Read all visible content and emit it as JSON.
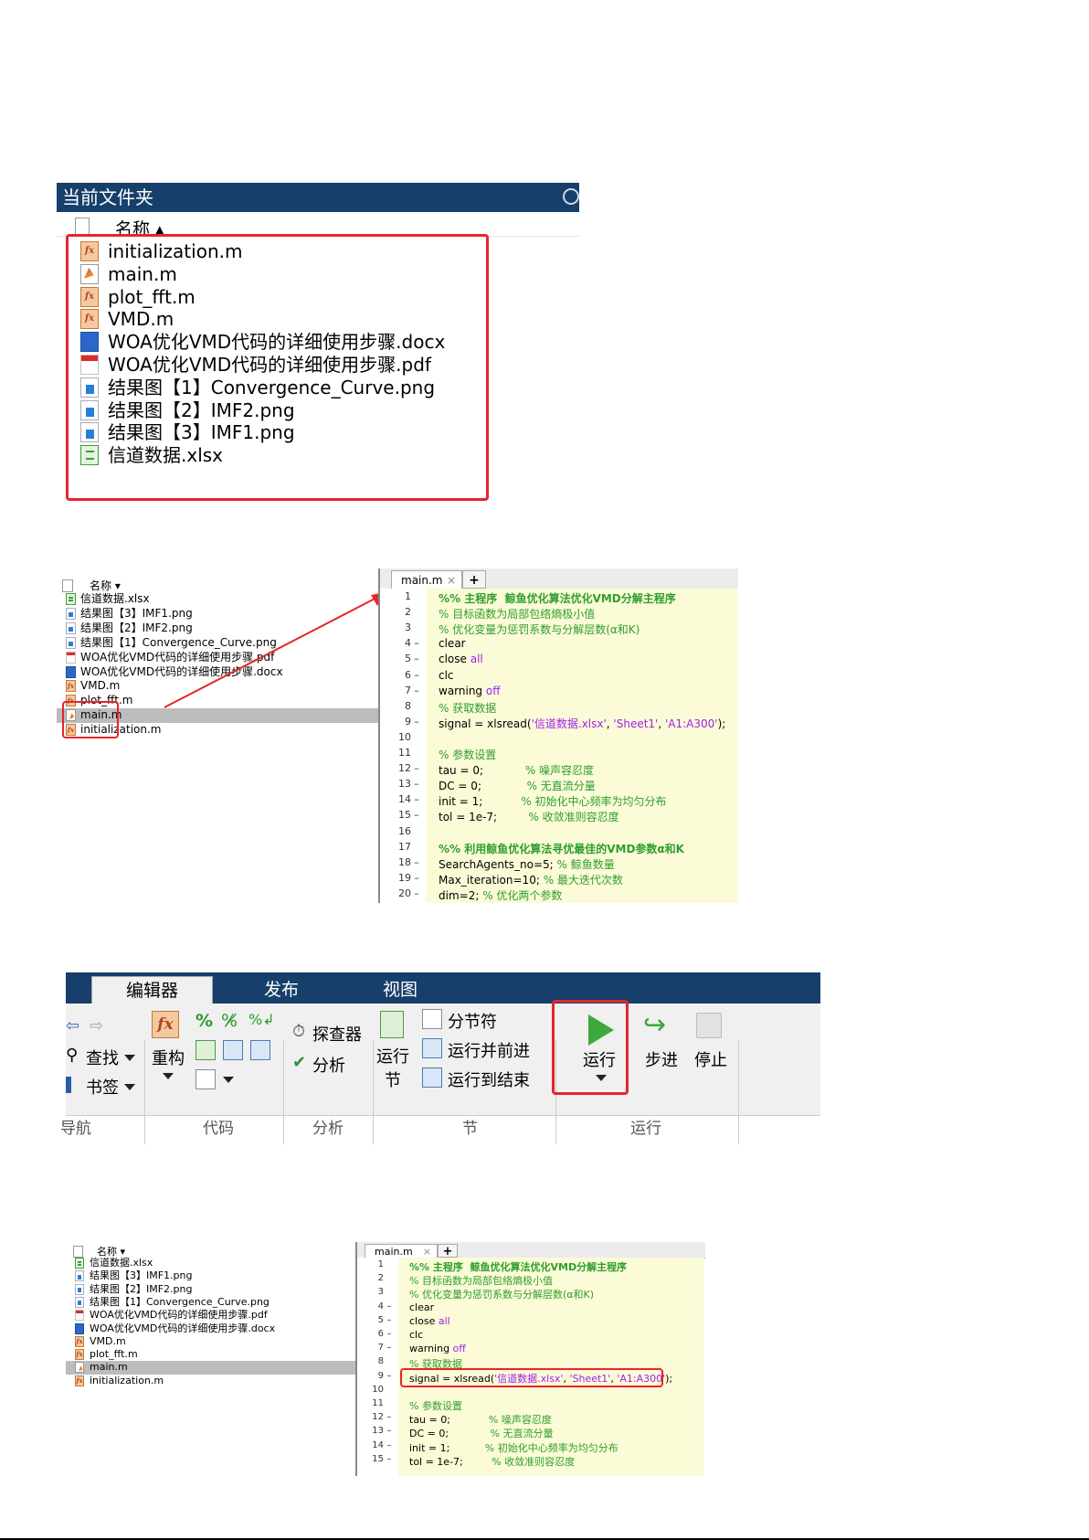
{
  "folder_panel": {
    "title": "当前文件夹",
    "column_name": "名称",
    "files": [
      {
        "name": "initialization.m",
        "icon": "function-file-icon"
      },
      {
        "name": "main.m",
        "icon": "script-file-icon"
      },
      {
        "name": "plot_fft.m",
        "icon": "function-file-icon"
      },
      {
        "name": "VMD.m",
        "icon": "function-file-icon"
      },
      {
        "name": "WOA优化VMD代码的详细使用步骤.docx",
        "icon": "word-file-icon"
      },
      {
        "name": "WOA优化VMD代码的详细使用步骤.pdf",
        "icon": "pdf-file-icon"
      },
      {
        "name": "结果图【1】Convergence_Curve.png",
        "icon": "image-file-icon"
      },
      {
        "name": "结果图【2】IMF2.png",
        "icon": "image-file-icon"
      },
      {
        "name": "结果图【3】IMF1.png",
        "icon": "image-file-icon"
      },
      {
        "name": "信道数据.xlsx",
        "icon": "excel-file-icon"
      }
    ]
  },
  "small_list": {
    "column_name": "名称",
    "files": [
      {
        "name": "信道数据.xlsx",
        "icon": "excel-file-icon"
      },
      {
        "name": "结果图【3】IMF1.png",
        "icon": "image-file-icon"
      },
      {
        "name": "结果图【2】IMF2.png",
        "icon": "image-file-icon"
      },
      {
        "name": "结果图【1】Convergence_Curve.png",
        "icon": "image-file-icon"
      },
      {
        "name": "WOA优化VMD代码的详细使用步骤.pdf",
        "icon": "pdf-file-icon"
      },
      {
        "name": "WOA优化VMD代码的详细使用步骤.docx",
        "icon": "word-file-icon"
      },
      {
        "name": "VMD.m",
        "icon": "function-file-icon"
      },
      {
        "name": "plot_fft.m",
        "icon": "function-file-icon"
      },
      {
        "name": "main.m",
        "icon": "script-file-icon",
        "selected": true
      },
      {
        "name": "initialization.m",
        "icon": "function-file-icon"
      }
    ]
  },
  "editor": {
    "tab_label": "main.m",
    "close_glyph": "×",
    "plus_glyph": "+",
    "lines": [
      {
        "n": "1",
        "mark": "",
        "parts": [
          {
            "t": "%% 主程序  鲸鱼优化算法优化VMD分解主程序",
            "c": "cell"
          }
        ]
      },
      {
        "n": "2",
        "mark": "",
        "parts": [
          {
            "t": "% 目标函数为局部包络熵极小值",
            "c": "comment"
          }
        ]
      },
      {
        "n": "3",
        "mark": "",
        "parts": [
          {
            "t": "% 优化变量为惩罚系数与分解层数(α和K)",
            "c": "comment"
          }
        ]
      },
      {
        "n": "4",
        "mark": "–",
        "parts": [
          {
            "t": "clear",
            "c": "plain"
          }
        ]
      },
      {
        "n": "5",
        "mark": "–",
        "parts": [
          {
            "t": "close ",
            "c": "plain"
          },
          {
            "t": "all",
            "c": "kw"
          }
        ]
      },
      {
        "n": "6",
        "mark": "–",
        "parts": [
          {
            "t": "clc",
            "c": "plain"
          }
        ]
      },
      {
        "n": "7",
        "mark": "–",
        "parts": [
          {
            "t": "warning ",
            "c": "plain"
          },
          {
            "t": "off",
            "c": "kw"
          }
        ]
      },
      {
        "n": "8",
        "mark": "",
        "parts": [
          {
            "t": "% 获取数据",
            "c": "comment"
          }
        ]
      },
      {
        "n": "9",
        "mark": "–",
        "parts": [
          {
            "t": "signal = xlsread(",
            "c": "plain"
          },
          {
            "t": "'信道数据.xlsx'",
            "c": "str"
          },
          {
            "t": ", ",
            "c": "plain"
          },
          {
            "t": "'Sheet1'",
            "c": "str"
          },
          {
            "t": ", ",
            "c": "plain"
          },
          {
            "t": "'A1:A300'",
            "c": "str"
          },
          {
            "t": ");",
            "c": "plain"
          }
        ]
      },
      {
        "n": "10",
        "mark": "",
        "parts": [
          {
            "t": "",
            "c": "plain"
          }
        ]
      },
      {
        "n": "11",
        "mark": "",
        "parts": [
          {
            "t": "% 参数设置",
            "c": "comment"
          }
        ]
      },
      {
        "n": "12",
        "mark": "–",
        "parts": [
          {
            "t": "tau = 0;            ",
            "c": "plain"
          },
          {
            "t": "% 噪声容忍度",
            "c": "comment"
          }
        ]
      },
      {
        "n": "13",
        "mark": "–",
        "parts": [
          {
            "t": "DC = 0;             ",
            "c": "plain"
          },
          {
            "t": "% 无直流分量",
            "c": "comment"
          }
        ]
      },
      {
        "n": "14",
        "mark": "–",
        "parts": [
          {
            "t": "init = 1;           ",
            "c": "plain"
          },
          {
            "t": "% 初始化中心频率为均匀分布",
            "c": "comment"
          }
        ]
      },
      {
        "n": "15",
        "mark": "–",
        "parts": [
          {
            "t": "tol = 1e-7;         ",
            "c": "plain"
          },
          {
            "t": "% 收敛准则容忍度",
            "c": "comment"
          }
        ]
      },
      {
        "n": "16",
        "mark": "",
        "parts": [
          {
            "t": "",
            "c": "plain"
          }
        ]
      },
      {
        "n": "17",
        "mark": "",
        "parts": [
          {
            "t": "%% 利用鲸鱼优化算法寻优最佳的VMD参数α和K",
            "c": "cell"
          }
        ]
      },
      {
        "n": "18",
        "mark": "–",
        "parts": [
          {
            "t": "SearchAgents_no=5; ",
            "c": "plain"
          },
          {
            "t": "% 鲸鱼数量",
            "c": "comment"
          }
        ]
      },
      {
        "n": "19",
        "mark": "–",
        "parts": [
          {
            "t": "Max_iteration=10; ",
            "c": "plain"
          },
          {
            "t": "% 最大迭代次数",
            "c": "comment"
          }
        ]
      },
      {
        "n": "20",
        "mark": "–",
        "parts": [
          {
            "t": "dim=2; ",
            "c": "plain"
          },
          {
            "t": "% 优化两个参数",
            "c": "comment"
          }
        ]
      }
    ]
  },
  "ribbon": {
    "tabs": [
      "编辑器",
      "发布",
      "视图"
    ],
    "nav": {
      "find": "查找",
      "bookmark": "书签",
      "section": "导航"
    },
    "code": {
      "refactor": "重构",
      "section": "代码"
    },
    "analyze": {
      "inspector": "探查器",
      "analyze": "分析",
      "section": "分析"
    },
    "section_group": {
      "run_section": "运行\n节",
      "section_break": "分节符",
      "run_advance": "运行并前进",
      "run_to_end": "运行到结束",
      "section": "节"
    },
    "run_group": {
      "run": "运行",
      "step": "步进",
      "stop": "停止",
      "section": "运行"
    }
  }
}
